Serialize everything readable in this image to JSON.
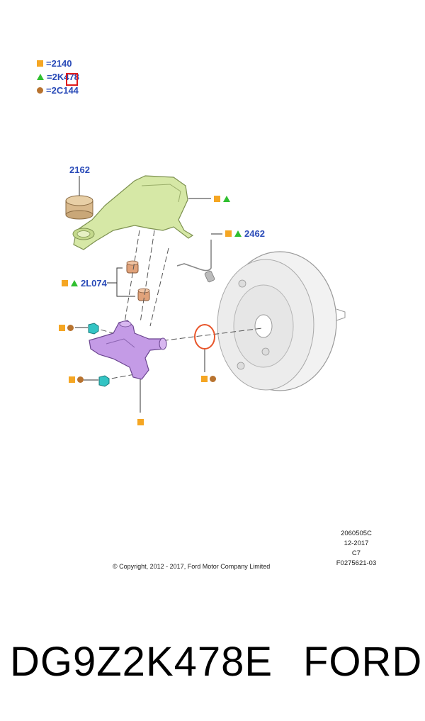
{
  "legend": [
    {
      "symbol": "square",
      "color": "#f5a623",
      "code": "=2140"
    },
    {
      "symbol": "triangle",
      "color": "#2fbf2f",
      "code": "=2K478"
    },
    {
      "symbol": "circle",
      "color": "#b8732f",
      "code": "=2C144"
    }
  ],
  "callouts": {
    "cap": "2162",
    "sensor": "2462",
    "grommets": "2L074"
  },
  "meta": {
    "line1": "2060505C",
    "line2": "12-2017",
    "line3": "C7",
    "line4": "F0275621-03"
  },
  "copyright": "© Copyright, 2012 - 2017, Ford Motor Company Limited",
  "part_number": "DG9Z2K478E",
  "brand": "FORD"
}
